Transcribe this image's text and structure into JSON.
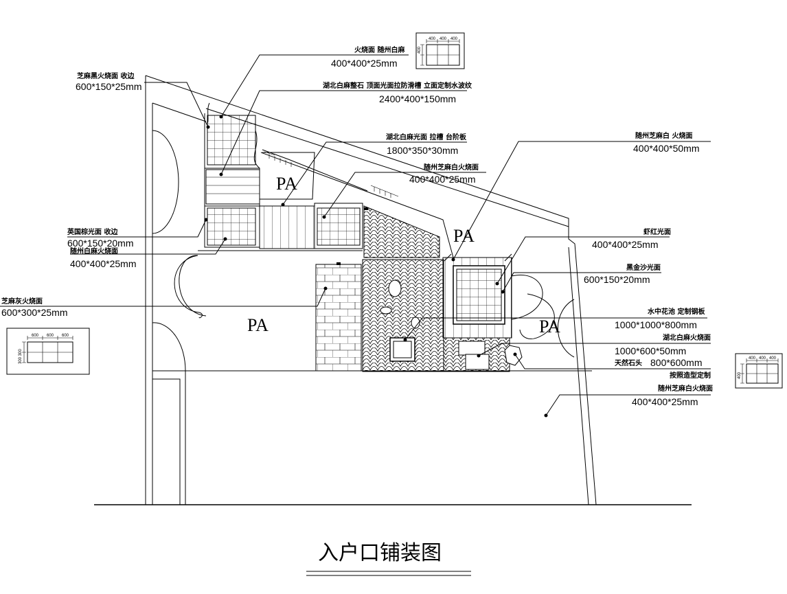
{
  "title": "入户口铺装图",
  "zone_labels": [
    "PA",
    "PA",
    "PA",
    "PA"
  ],
  "callouts": [
    {
      "name": "zhimahei-edge",
      "material": "芝麻黑火烧面 收边",
      "size": "600*150*25mm"
    },
    {
      "name": "suizhou-white-flamed-top",
      "material": "火烧面 随州白麻",
      "size": "400*400*25mm"
    },
    {
      "name": "hubei-white-block",
      "material": "湖北白麻整石  顶面光面拉防滑槽 立面定制水波纹",
      "size": "2400*400*150mm"
    },
    {
      "name": "hubei-white-step",
      "material": "湖北白麻光面  拉槽 台阶板",
      "size": "1800*350*30mm"
    },
    {
      "name": "suizhou-sesame-white-flamed",
      "material": "随州芝麻白火烧面",
      "size": "400*400*25mm"
    },
    {
      "name": "suizhou-sesame-white-flamed-50",
      "material": "随州芝麻白 火烧面",
      "size": "400*400*50mm"
    },
    {
      "name": "english-brown-edge",
      "material": "英国棕光面  收边",
      "size": "600*150*20mm"
    },
    {
      "name": "suizhou-white-flamed-left",
      "material": "随州白麻火烧面",
      "size": "400*400*25mm"
    },
    {
      "name": "shrimp-red-polished",
      "material": "虾红光面",
      "size": "400*400*25mm"
    },
    {
      "name": "black-gold-sand",
      "material": "黑金沙光面",
      "size": "600*150*20mm"
    },
    {
      "name": "sesame-grey-flamed",
      "material": "芝麻灰火烧面",
      "size": "600*300*25mm"
    },
    {
      "name": "water-planter",
      "material": "水中花池  定制钢板",
      "size": "1000*1000*800mm"
    },
    {
      "name": "hubei-white-flamed-slab",
      "material": "湖北白麻火烧面",
      "size": "1000*600*50mm"
    },
    {
      "name": "natural-stone",
      "material": "天然石头",
      "size": "800*600mm"
    },
    {
      "name": "custom-shape",
      "material": "按照造型定制",
      "size": ""
    },
    {
      "name": "suizhou-sesame-white-flamed-bottom",
      "material": "随州芝麻白火烧面",
      "size": "400*400*25mm"
    }
  ],
  "keys": [
    {
      "name": "key-top",
      "dims": [
        "400",
        "400",
        "400"
      ],
      "side": "400"
    },
    {
      "name": "key-left",
      "dims": [
        "600",
        "600",
        "600"
      ],
      "side": "300 300"
    },
    {
      "name": "key-right",
      "dims": [
        "400",
        "400",
        "400"
      ],
      "side": "400"
    }
  ]
}
